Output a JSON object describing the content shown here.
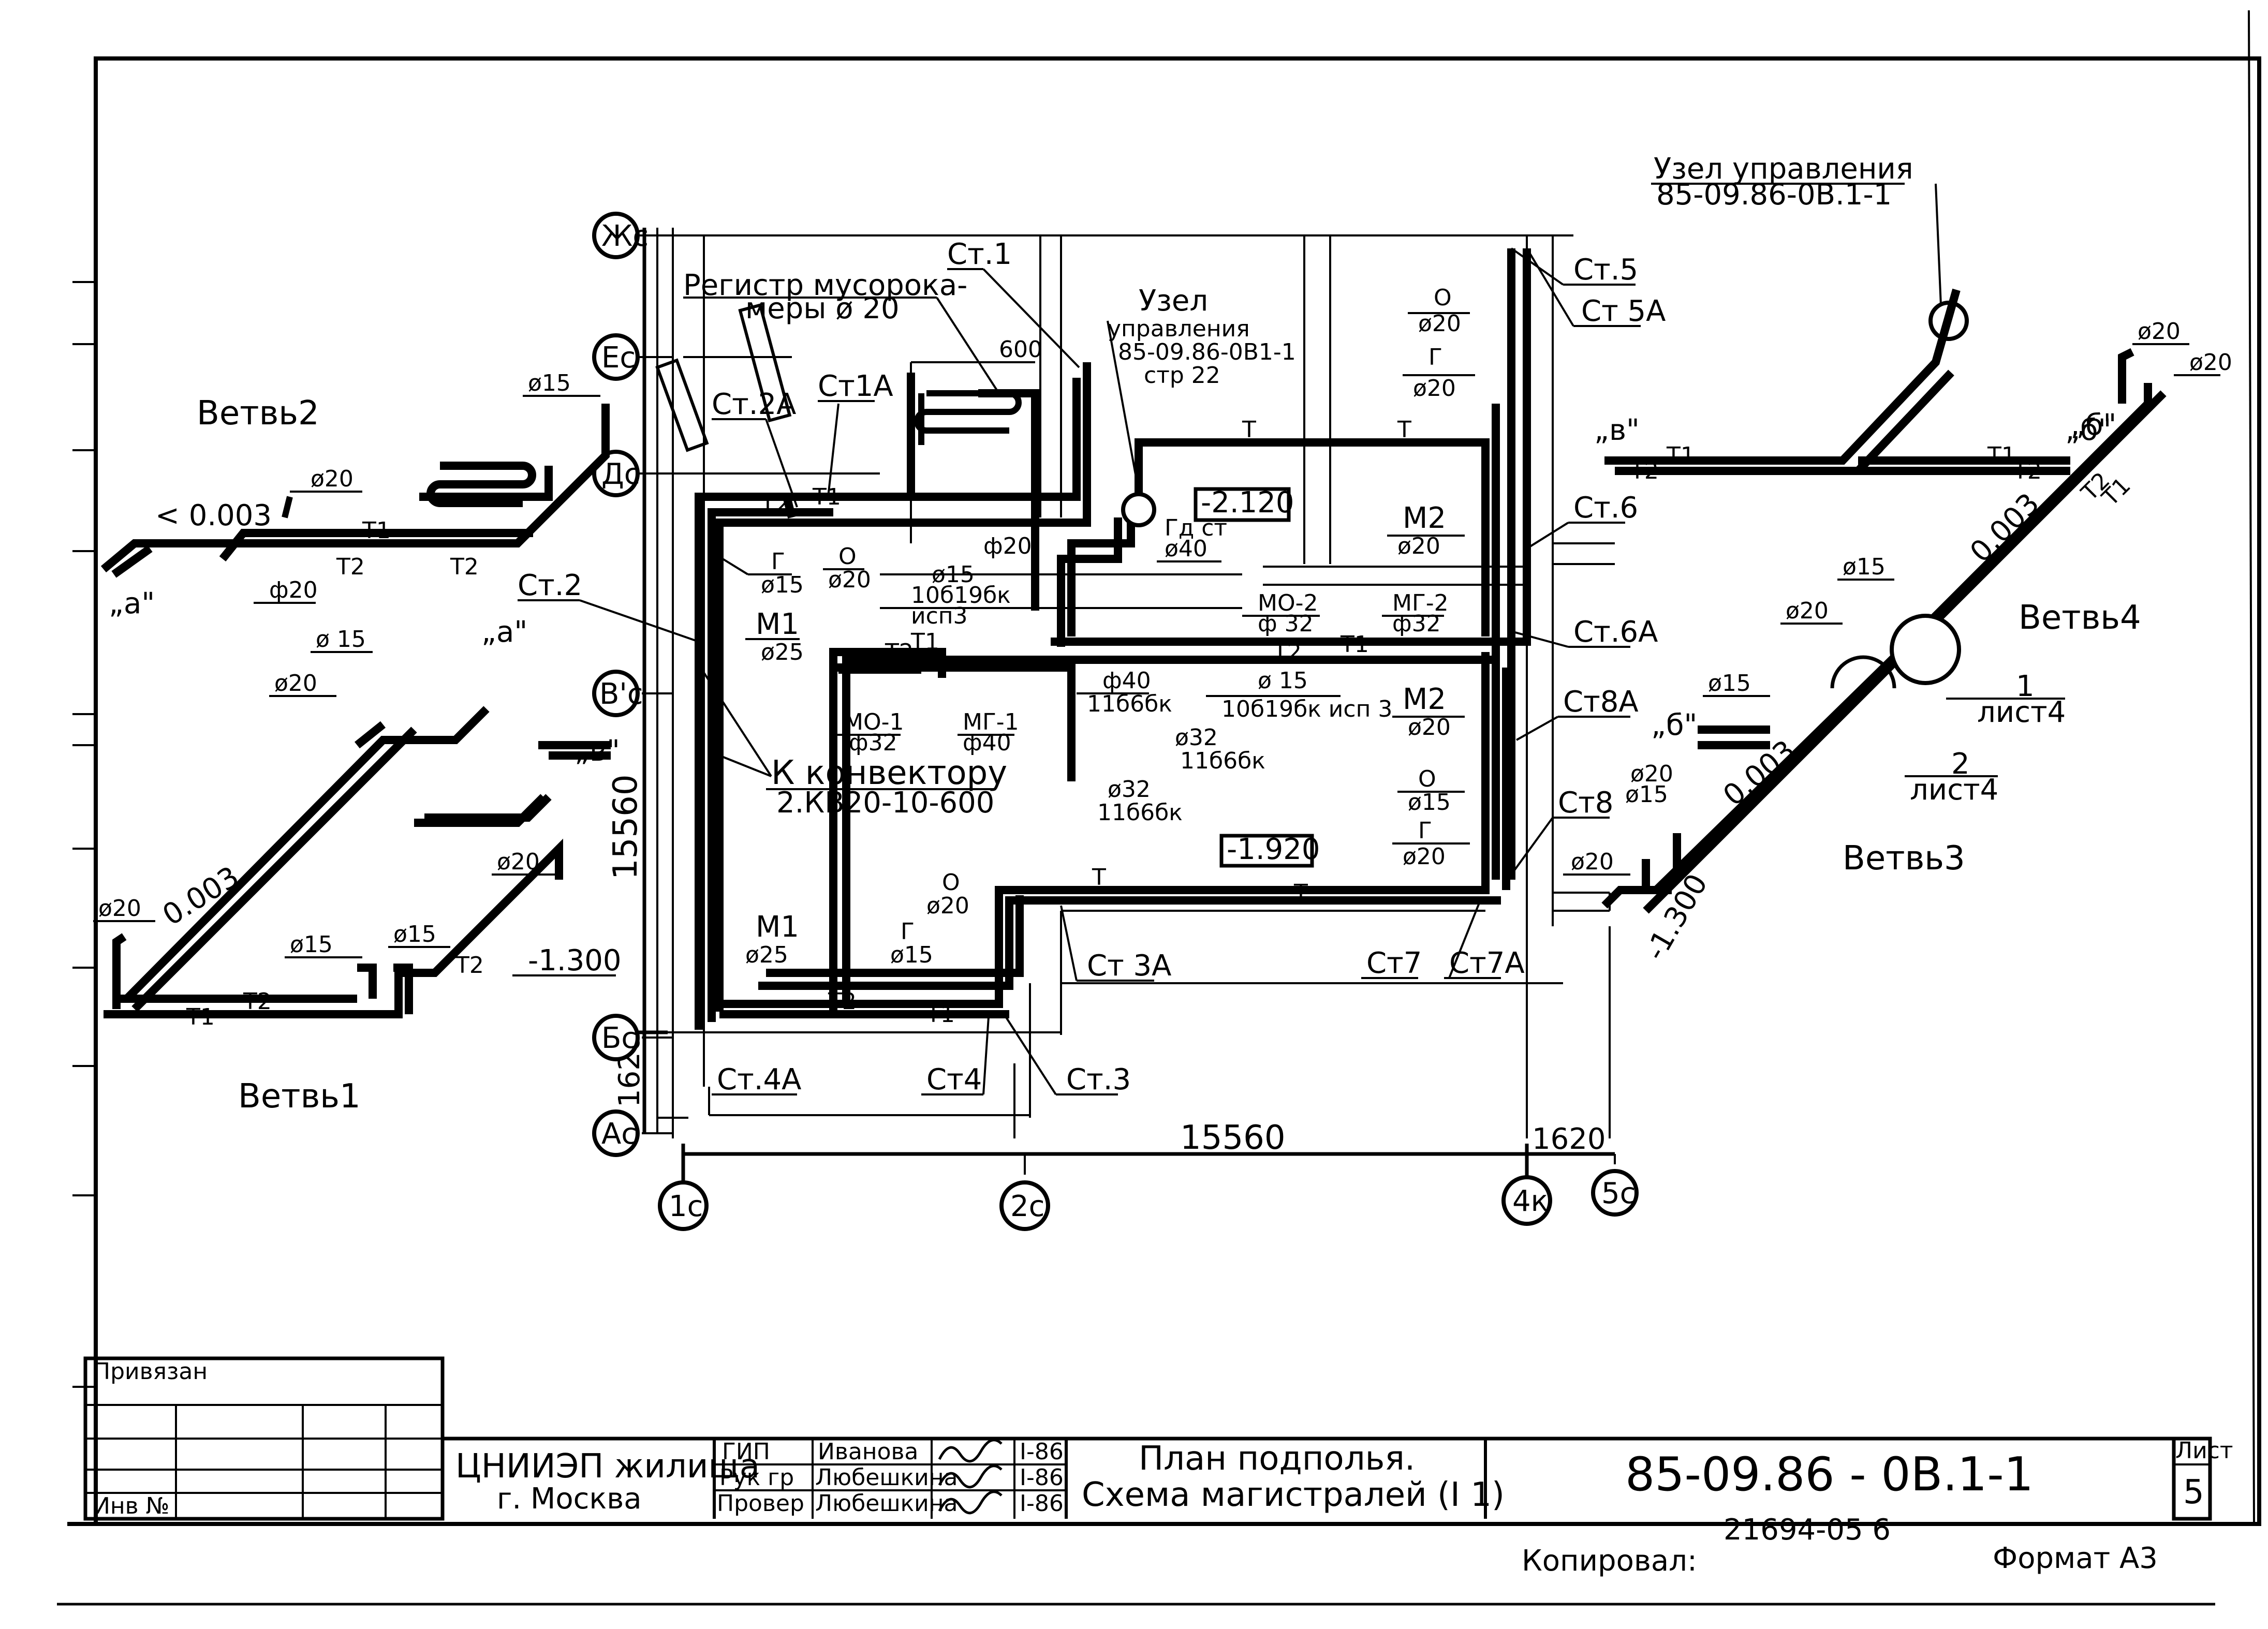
{
  "frame": {
    "color_ink": "#000000",
    "color_paper": "#ffffff"
  },
  "grid_axes": {
    "zh": "Жс",
    "ye": "Ес",
    "d": "Дс",
    "v": "В'с",
    "b": "Бс",
    "a": "Ас",
    "c1": "1с",
    "c2": "2с",
    "c4": "4к",
    "c5": "5с"
  },
  "dimensions": {
    "width_main": "15560",
    "width_right": "1620",
    "height_main": "15560",
    "height_bottom": "1620"
  },
  "branches": {
    "b1": "Ветвь1",
    "b2": "Ветвь2",
    "b3": "Ветвь3",
    "b4": "Ветвь4"
  },
  "elevations": {
    "e1": "-2.120",
    "e2": "-1.920",
    "e3": "-1.300",
    "e4": "-1.300",
    "e5": "< 0.003",
    "e6": "0.003",
    "e7": "0.003",
    "e8": "0.003"
  },
  "labels": {
    "register": "Регистр мусорока-",
    "register2": "меры ø 20",
    "uzel1": "Узел",
    "uzel2": "управления",
    "uzel3": "85-09.86-0В1-1",
    "uzel4": "стр 22",
    "uzel_top1": "Узел управления",
    "uzel_top2": "85-09.86-0В.1-1",
    "konv1": "К конвектору",
    "konv2": "2.КВ20-10-600",
    "st1": "Ст.1",
    "st1a": "Ст1А",
    "st2": "Ст.2",
    "st2a": "Ст.2А",
    "st3": "Ст.3",
    "st3a": "Ст 3А",
    "st4": "Ст4",
    "st4a": "Ст.4А",
    "st5": "Ст.5",
    "st5a": "Ст 5А",
    "st6": "Ст.6",
    "st6a": "Ст.6А",
    "st7": "Ст7",
    "st7a": "Ст7А",
    "st8": "Ст8",
    "st8a": "Ст8А",
    "d20": "ø20",
    "d15": "ø15",
    "d15s": "ø 15",
    "d25": "ø25",
    "d32": "ø32",
    "d40": "ø40",
    "f20": "ф20",
    "f32": "ф32",
    "f40": "ф40",
    "f32s": "ф 32",
    "m1": "М1",
    "m2": "М2",
    "mo1": "МО-1",
    "mg1": "МГ-1",
    "mo2": "МО-2",
    "mg2": "МГ-2",
    "o": "О",
    "g": "Г",
    "t": "Т",
    "t1": "Т1",
    "t2": "Т2",
    "gast": "Гд ст",
    "n600": "600",
    "v106a": "10б19бк",
    "v106b": "исп3",
    "v116a": "11б6бк",
    "v116b": "11б6бк",
    "v106c": "10б19бк исп 3",
    "qa": "„а\"",
    "qv": "„в\"",
    "qb": "„б\"",
    "list4a": "1",
    "list4b": "лист4",
    "list4c": "2",
    "list4d": "лист4"
  },
  "title_block": {
    "privyazan": "Привязан",
    "inv": "Инв №",
    "org1": "ЦНИИЭП жилища",
    "org2": "г. Москва",
    "roles": [
      "ГИП",
      "Рук гр",
      "Провер"
    ],
    "names": [
      "Иванова",
      "Любешкина",
      "Любешкина"
    ],
    "dates": [
      "I-86",
      "I-86",
      "I-86"
    ],
    "title1": "План подполья.",
    "title2": "Схема магистралей (I 1)",
    "code": "85-09.86 - 0В.1-1",
    "sheet_label": "Лист",
    "sheet_no": "5",
    "copied": "Копировал:",
    "stamp": "21694-05   6",
    "format": "Формат А3"
  }
}
